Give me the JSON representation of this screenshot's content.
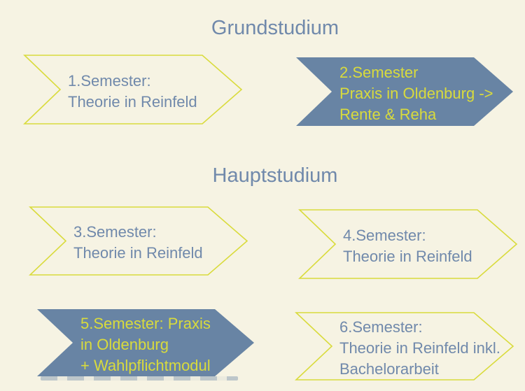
{
  "slide": {
    "background": "#f6f3e3"
  },
  "colors": {
    "background": "#f6f3e3",
    "chevron_fill_blue": "#6884a4",
    "text_blue": "#7089ab",
    "yellow_green": "#d9db3c"
  },
  "sections": [
    {
      "title": "Grundstudium",
      "arrows": [
        {
          "name": "semester-1",
          "variant": "outline",
          "lines": [
            "1.Semester:",
            "Theorie in Reinfeld"
          ]
        },
        {
          "name": "semester-2",
          "variant": "filled",
          "lines": [
            "2.Semester",
            "Praxis in Oldenburg ->",
            "Rente & Reha"
          ]
        }
      ]
    },
    {
      "title": "Hauptstudium",
      "arrows": [
        {
          "name": "semester-3",
          "variant": "outline",
          "lines": [
            "3.Semester:",
            "Theorie in Reinfeld"
          ]
        },
        {
          "name": "semester-4",
          "variant": "outline",
          "lines": [
            "4.Semester:",
            "Theorie in Reinfeld"
          ]
        },
        {
          "name": "semester-5",
          "variant": "filled",
          "lines": [
            "5.Semester: Praxis",
            "in Oldenburg",
            "+ Wahlpflichtmodul"
          ]
        },
        {
          "name": "semester-6",
          "variant": "outline",
          "lines": [
            "6.Semester:",
            "Theorie in Reinfeld inkl.",
            "Bachelorarbeit"
          ]
        }
      ]
    }
  ]
}
